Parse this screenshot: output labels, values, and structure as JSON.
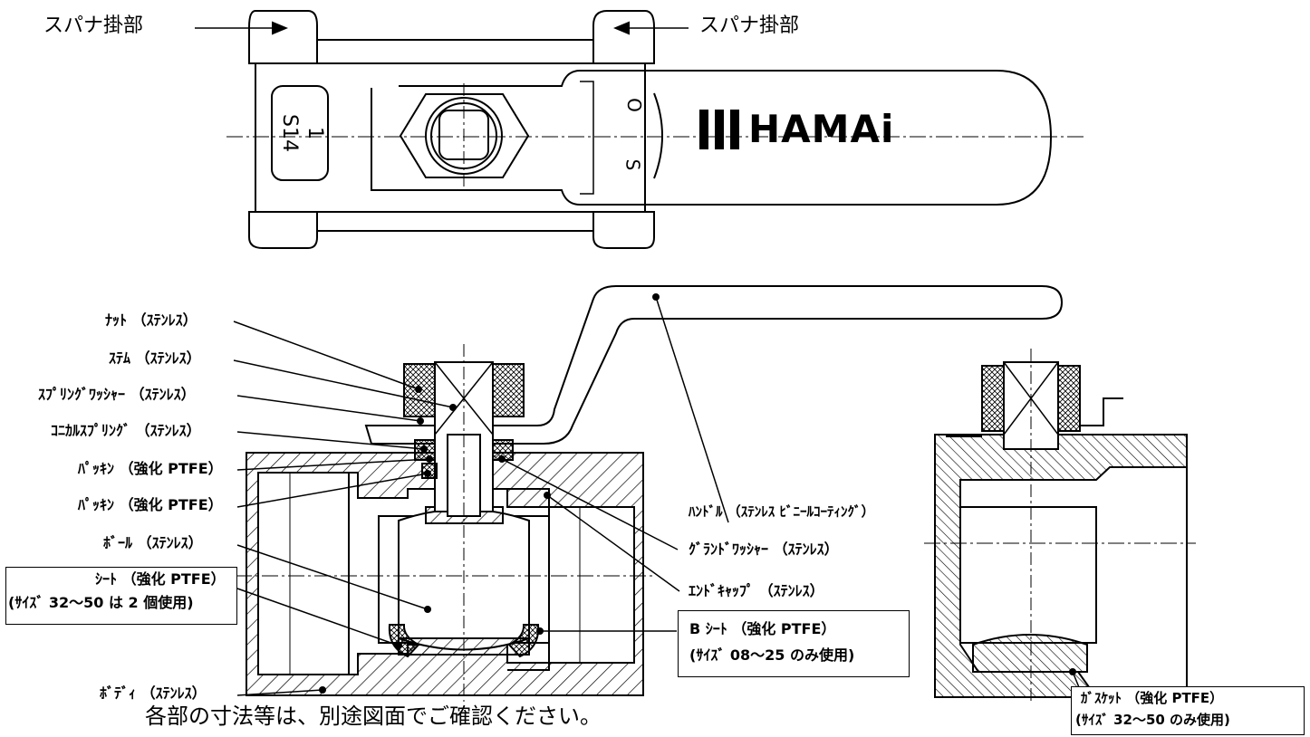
{
  "top_view": {
    "wrench_label_left": "スパナ掛部",
    "wrench_label_right": "スパナ掛部",
    "body_marking": [
      "1",
      "S14"
    ],
    "handle_marking": [
      "O",
      "S"
    ],
    "logo_text": "HAMAi"
  },
  "section_view": {
    "labels": {
      "nut": "ﾅｯﾄ （ｽﾃﾝﾚｽ）",
      "stem": "ｽﾃﾑ （ｽﾃﾝﾚｽ）",
      "spring_washer": "ｽﾌﾟﾘﾝｸﾞﾜｯｼｬｰ （ｽﾃﾝﾚｽ）",
      "conical_spring": "ｺﾆｶﾙｽﾌﾟﾘﾝｸﾞ （ｽﾃﾝﾚｽ）",
      "packing_1": "ﾊﾟｯｷﾝ （強化 PTFE）",
      "packing_2": "ﾊﾟｯｷﾝ （強化 PTFE）",
      "ball": "ﾎﾞｰﾙ （ｽﾃﾝﾚｽ）",
      "body": "ﾎﾞﾃﾞｨ （ｽﾃﾝﾚｽ）",
      "handle": "ﾊﾝﾄﾞﾙ （ｽﾃﾝﾚｽ ﾋﾞﾆｰﾙｺｰﾃｨﾝｸﾞ）",
      "gland_washer": "ｸﾞﾗﾝﾄﾞﾜｯｼｬｰ （ｽﾃﾝﾚｽ）",
      "end_cap": "ｴﾝﾄﾞｷｬｯﾌﾟ （ｽﾃﾝﾚｽ）"
    },
    "seat_box": {
      "line1": "ｼｰﾄ （強化 PTFE）",
      "line2": "(ｻｲｽﾞ 32～50 は 2 個使用)"
    },
    "b_seat_box": {
      "line1": "B ｼｰﾄ （強化 PTFE）",
      "line2": "(ｻｲｽﾞ 08～25 のみ使用)"
    },
    "gasket_box": {
      "line1": "ｶﾞｽｹｯﾄ （強化 PTFE）",
      "line2": "(ｻｲｽﾞ 32～50 のみ使用)"
    }
  },
  "note": "各部の寸法等は、別途図面でご確認ください。"
}
